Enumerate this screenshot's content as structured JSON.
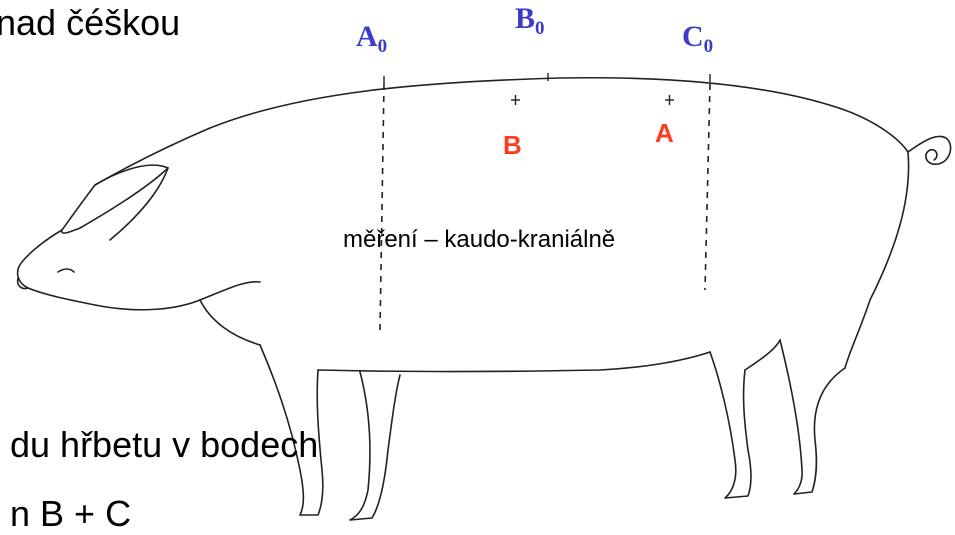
{
  "slide": {
    "text_top": "nad čéškou",
    "text_mid": "du hřbetu v bodech",
    "text_bottom": "n B   + C"
  },
  "points": {
    "a0": {
      "letter": "A",
      "sub": "0"
    },
    "b0": {
      "letter": "B",
      "sub": "0"
    },
    "c0": {
      "letter": "C",
      "sub": "0"
    }
  },
  "markers": {
    "b": "B",
    "a": "A"
  },
  "caption": "měření – kaudo-kraniálně",
  "colors": {
    "point_labels": "#3c3cc8",
    "marker_labels": "#ff3b1f",
    "line_art": "#222222"
  }
}
